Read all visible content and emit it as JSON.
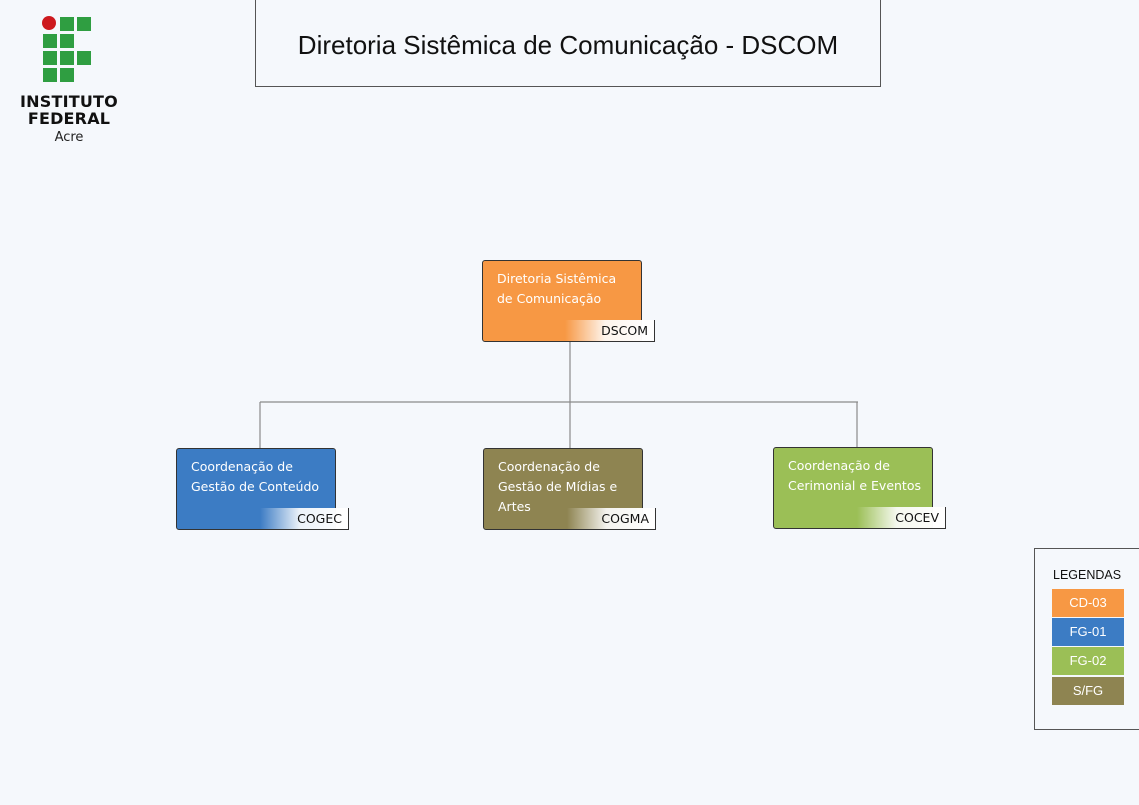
{
  "logo": {
    "line1": "INSTITUTO",
    "line2": "FEDERAL",
    "line3": "Acre",
    "colors": {
      "green": "#2f9e41",
      "red": "#cd191e"
    }
  },
  "title": "Diretoria Sistêmica de Comunicação - DSCOM",
  "nodes": {
    "dscom": {
      "label": "Diretoria Sistêmica de Comunicação",
      "code": "DSCOM",
      "color": "#f79844"
    },
    "cogec": {
      "label": "Coordenação de Gestão de Conteúdo",
      "code": "COGEC",
      "color": "#3c7cc4"
    },
    "cogma": {
      "label": "Coordenação de Gestão de Mídias e Artes",
      "code": "COGMA",
      "color": "#8e8451"
    },
    "cocev": {
      "label": "Coordenação de Cerimonial e Eventos",
      "code": "COCEV",
      "color": "#9bbf56"
    }
  },
  "legend": {
    "title": "LEGENDAS",
    "items": [
      {
        "label": "CD-03",
        "color": "#f79844"
      },
      {
        "label": "FG-01",
        "color": "#3c7cc4"
      },
      {
        "label": "FG-02",
        "color": "#9bbf56"
      },
      {
        "label": "S/FG",
        "color": "#8e8451"
      }
    ]
  }
}
